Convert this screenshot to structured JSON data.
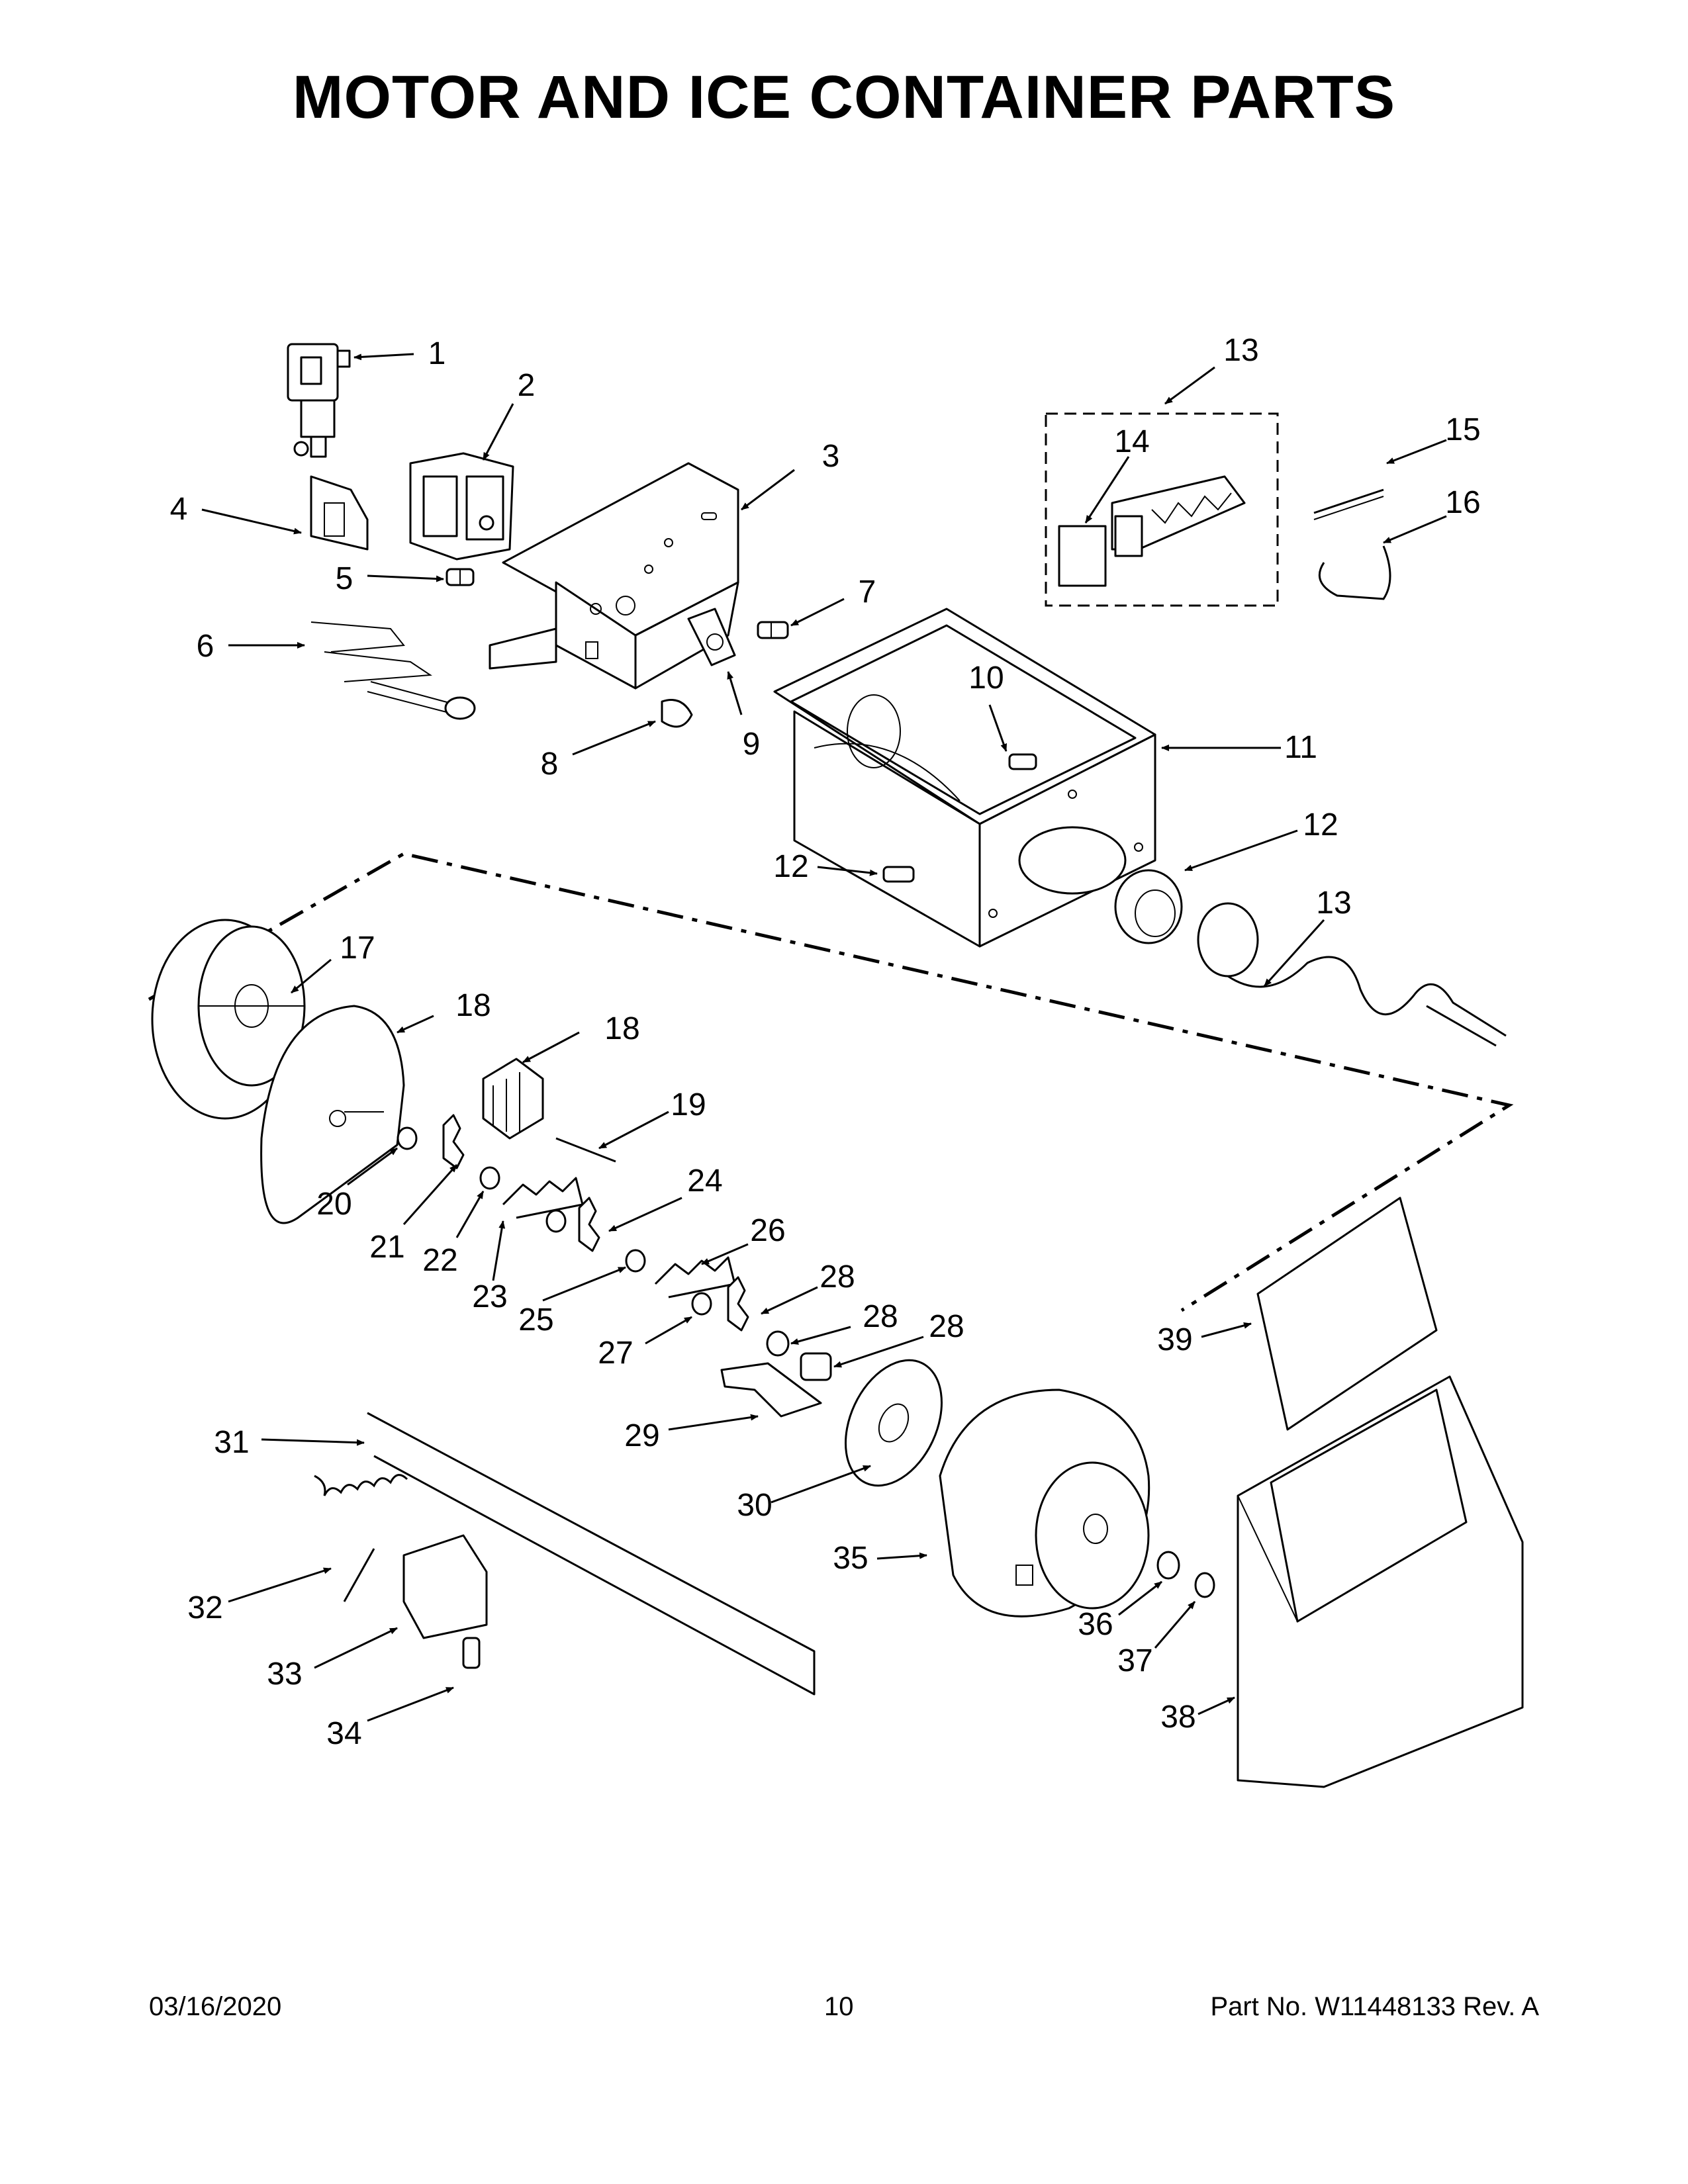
{
  "page": {
    "title": "MOTOR AND ICE CONTAINER PARTS",
    "footer": {
      "date": "03/16/2020",
      "page_number": "10",
      "part_number": "Part No.  W11448133  Rev.  A"
    }
  },
  "callouts": [
    "1",
    "2",
    "3",
    "4",
    "5",
    "6",
    "7",
    "8",
    "9",
    "10",
    "11",
    "12",
    "12",
    "13",
    "13",
    "14",
    "15",
    "16",
    "17",
    "18",
    "18",
    "19",
    "20",
    "21",
    "22",
    "23",
    "24",
    "25",
    "26",
    "27",
    "28",
    "28",
    "28",
    "29",
    "30",
    "31",
    "32",
    "33",
    "34",
    "35",
    "36",
    "37",
    "38",
    "39"
  ]
}
